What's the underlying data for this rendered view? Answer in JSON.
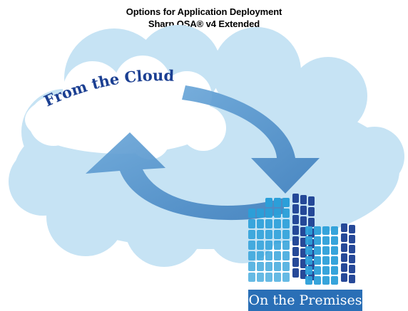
{
  "title": {
    "line1": "Options for Application Deployment",
    "line2": "Sharp OSA® v4 Extended"
  },
  "cloud": {
    "label": "From the Cloud"
  },
  "premises": {
    "label": "On the Premises"
  },
  "colors": {
    "cloud_fill": "#c6e3f4",
    "cloud_inner": "#ffffff",
    "arrow": "#4e8cc6",
    "building_light": "#2b9fd9",
    "building_dark": "#1b3f92",
    "label_bg": "#2a6fb6"
  }
}
